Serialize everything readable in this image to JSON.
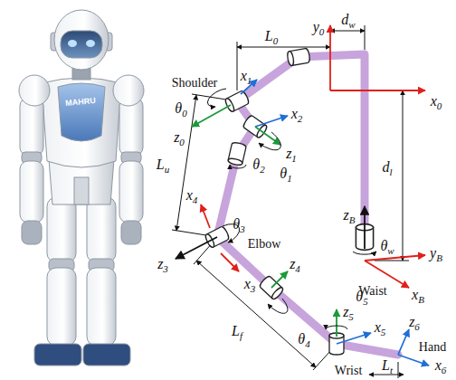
{
  "diagram": {
    "labels": [
      "MAHRU",
      "L0",
      "dw",
      "y0",
      "x0",
      "dl",
      "x1",
      "Shoulder",
      "θ0",
      "z0",
      "x2",
      "z1",
      "θ2",
      "θ1",
      "Lu",
      "x4",
      "θ3",
      "z3",
      "Elbow",
      "zB",
      "θw",
      "yB",
      "Waist",
      "xB",
      "z4",
      "x3",
      "Lf",
      "θ5",
      "z5",
      "θ4",
      "x5",
      "z6",
      "Hand",
      "x6",
      "Wrist",
      "Lt"
    ]
  }
}
